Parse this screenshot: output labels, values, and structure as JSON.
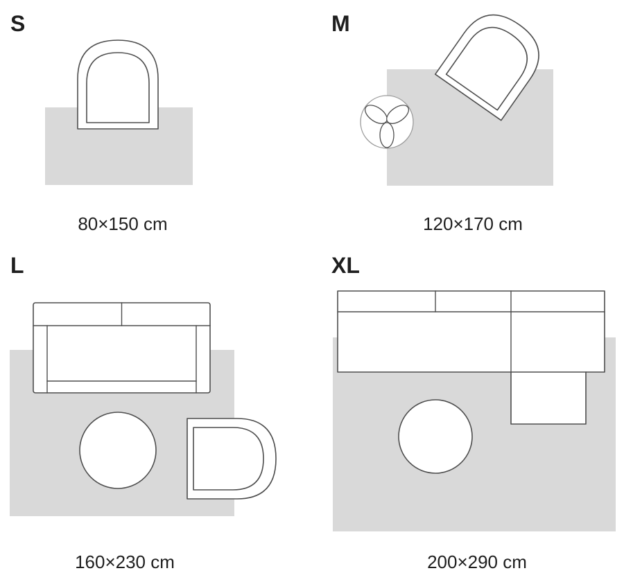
{
  "colors": {
    "background": "#ffffff",
    "rug_fill": "#d9d9d9",
    "furniture_fill": "#ffffff",
    "outline": "#4d4d4d",
    "plant_stroke": "#9a9a9a",
    "text": "#1e1e1e"
  },
  "sizes": [
    {
      "id": "s",
      "label": "S",
      "dimensions": "80×150 cm",
      "furniture": [
        "armchair",
        "rug"
      ]
    },
    {
      "id": "m",
      "label": "M",
      "dimensions": "120×170 cm",
      "furniture": [
        "armchair",
        "plant",
        "rug"
      ]
    },
    {
      "id": "l",
      "label": "L",
      "dimensions": "160×230 cm",
      "furniture": [
        "sofa",
        "coffee-table",
        "armchair",
        "rug"
      ]
    },
    {
      "id": "xl",
      "label": "XL",
      "dimensions": "200×290 cm",
      "furniture": [
        "sectional-sofa",
        "coffee-table",
        "rug"
      ]
    }
  ]
}
